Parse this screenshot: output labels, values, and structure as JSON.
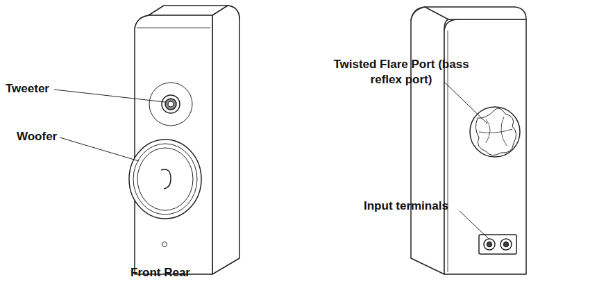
{
  "diagram": {
    "labels": [
      "Tweeter",
      "Woofer",
      "Front Rear",
      "Twisted Flare Port (bass reflex port)",
      "Input terminals"
    ]
  }
}
